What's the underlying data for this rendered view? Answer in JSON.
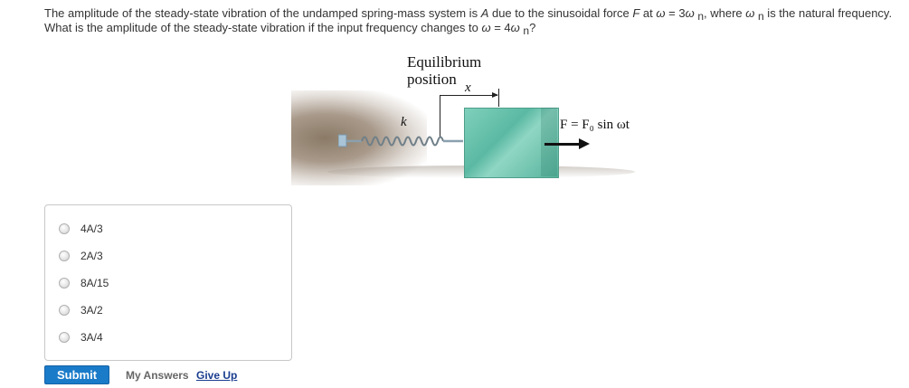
{
  "question": {
    "line1_part1": "The amplitude of the steady-state vibration of the undamped spring-mass system is ",
    "line1_A": "A",
    "line1_part2": " due to the sinusoidal force ",
    "line1_F": "F",
    "line1_part3": " at ",
    "omega": "ω",
    "eq1": " = 3",
    "sub_n": "n",
    "line1_part4": ", where ",
    "line1_part5": " is the natural frequency.",
    "line2_part1": "What is the amplitude of the steady-state vibration if the input frequency changes to ",
    "eq2": " = 4",
    "line2_end": "?"
  },
  "figure": {
    "equilibrium_label": "Equilibrium\nposition",
    "displacement_label": "x",
    "spring_label": "k",
    "force_label": "F = F₀ sin ωt",
    "colors": {
      "block": "#6cc4ae",
      "wall": "#8a7a66",
      "arrow": "#111111"
    }
  },
  "options": [
    {
      "label": "4A/3",
      "selected": false
    },
    {
      "label": "2A/3",
      "selected": false
    },
    {
      "label": "8A/15",
      "selected": false
    },
    {
      "label": "3A/2",
      "selected": false
    },
    {
      "label": "3A/4",
      "selected": false
    }
  ],
  "actions": {
    "submit_label": "Submit",
    "my_answers_label": "My Answers",
    "give_up_label": "Give Up",
    "submit_color": "#1a7bc9"
  }
}
